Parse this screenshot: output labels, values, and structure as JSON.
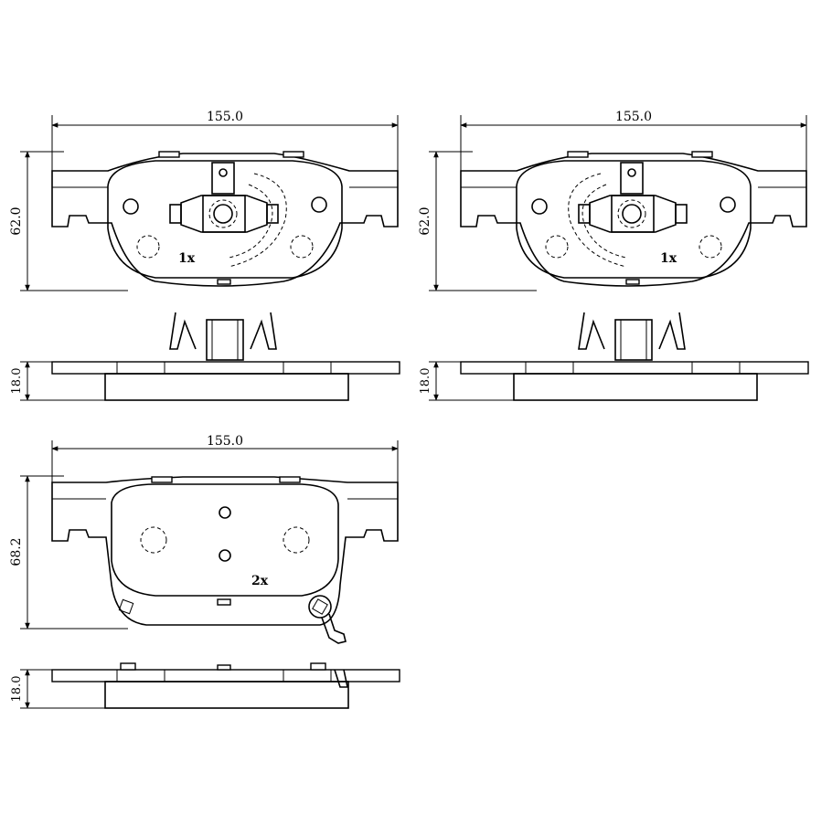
{
  "drawings": [
    {
      "id": "pad-a",
      "width_label": "155.0",
      "height_label": "62.0",
      "thickness_label": "18.0",
      "qty_label": "1x"
    },
    {
      "id": "pad-b",
      "width_label": "155.0",
      "height_label": "62.0",
      "thickness_label": "18.0",
      "qty_label": "1x"
    },
    {
      "id": "pad-c",
      "width_label": "155.0",
      "height_label": "68.2",
      "thickness_label": "18.0",
      "qty_label": "2x"
    }
  ],
  "colors": {
    "line": "#000000",
    "background": "#ffffff"
  }
}
